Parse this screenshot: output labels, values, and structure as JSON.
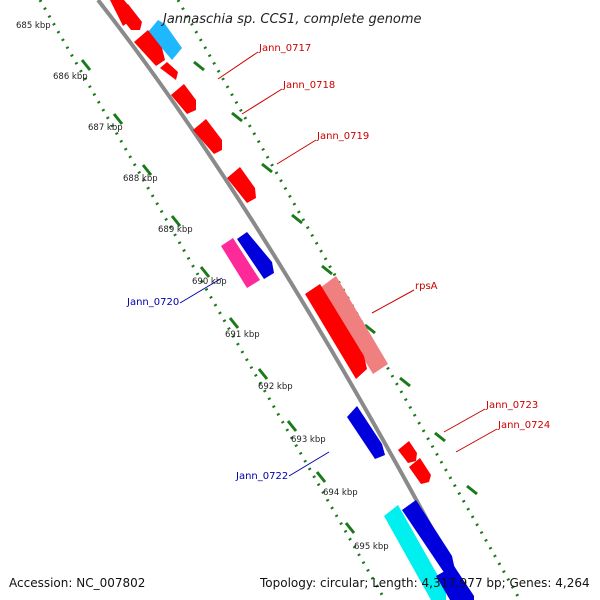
{
  "title": "Jannaschia sp. CCS1, complete genome",
  "accession_text": "Accession: NC_007802",
  "topology_text": "Topology: circular; Length: 4,317,977 bp; Genes: 4,264",
  "colors": {
    "backbone": "#8a8a8a",
    "ticks": "#1a7a1a",
    "red": "#ff0000",
    "pink_red": "#f08080",
    "blue": "#0000dd",
    "cyan": "#1fb8ff",
    "aqua": "#00f0f0",
    "magenta": "#ff2a9a",
    "label_red": "#cc0000",
    "label_blue": "#0000aa"
  },
  "kbp_ticks": [
    "685 kbp",
    "686 kbp",
    "687 kbp",
    "688 kbp",
    "689 kbp",
    "690 kbp",
    "691 kbp",
    "692 kbp",
    "693 kbp",
    "694 kbp",
    "695 kbp"
  ],
  "gene_labels": [
    "Jann_0717",
    "Jann_0718",
    "Jann_0719",
    "rpsA",
    "Jann_0723",
    "Jann_0724",
    "Jann_0720",
    "Jann_0722"
  ]
}
